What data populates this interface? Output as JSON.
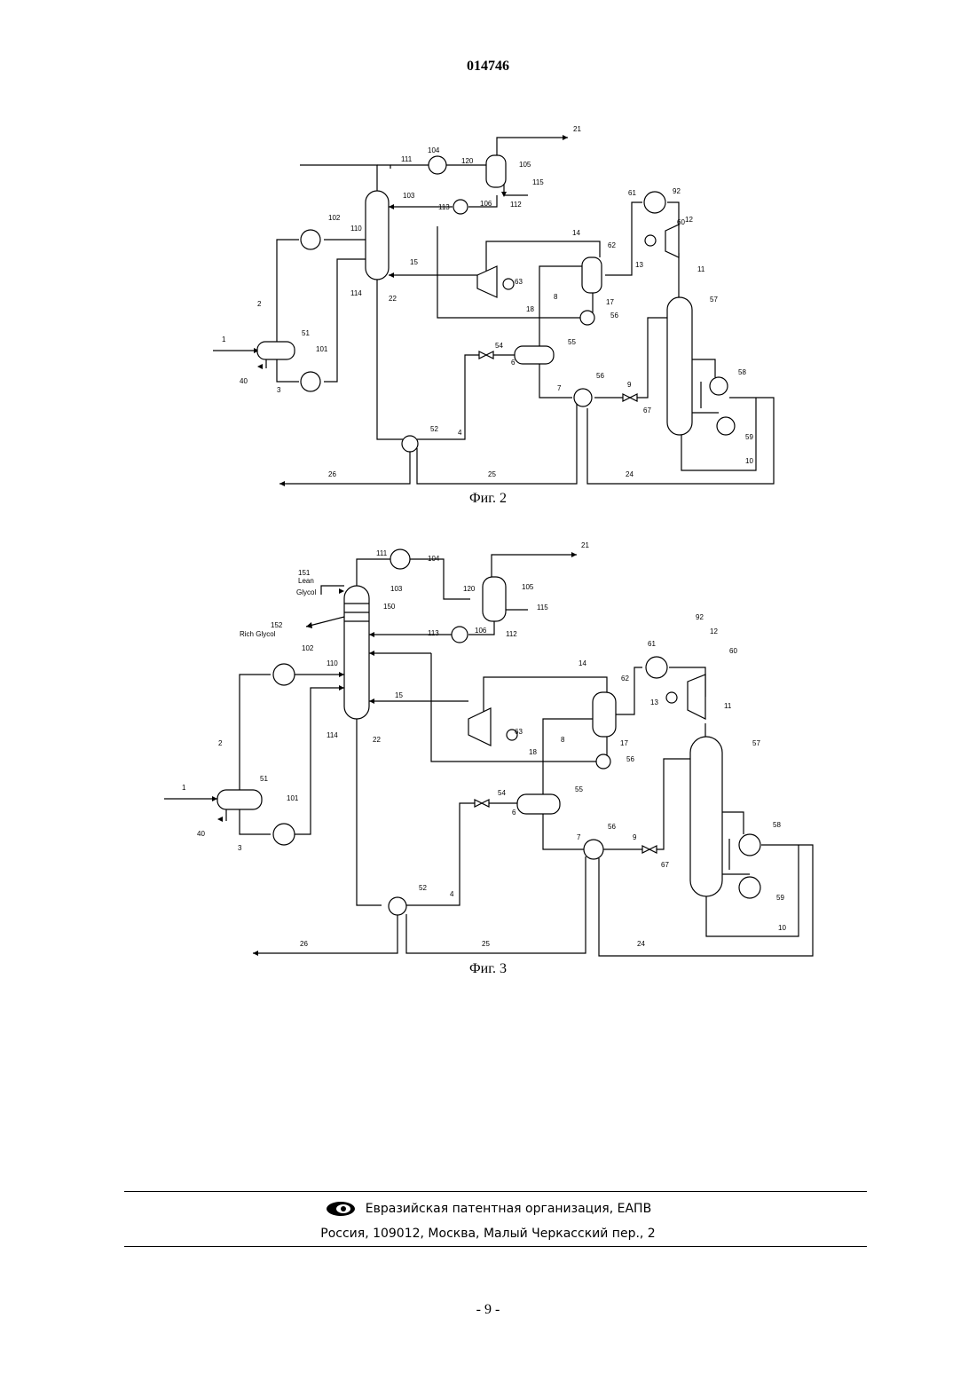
{
  "document_number": "014746",
  "figures": [
    {
      "caption": "Фиг. 2",
      "labels": {
        "n1": "1",
        "n2": "2",
        "n3": "3",
        "n4": "4",
        "n6": "6",
        "n7": "7",
        "n8": "8",
        "n9": "9",
        "n10": "10",
        "n11": "11",
        "n12": "12",
        "n13": "13",
        "n14": "14",
        "n15": "15",
        "n17": "17",
        "n18": "18",
        "n21": "21",
        "n22": "22",
        "n24": "24",
        "n25": "25",
        "n26": "26",
        "n40": "40",
        "n51": "51",
        "n52": "52",
        "n54": "54",
        "n55": "55",
        "n56a": "56",
        "n56b": "56",
        "n57": "57",
        "n58": "58",
        "n59": "59",
        "n60": "60",
        "n61": "61",
        "n62": "62",
        "n63": "63",
        "n67": "67",
        "n92": "92",
        "n101": "101",
        "n102": "102",
        "n103": "103",
        "n104": "104",
        "n105": "105",
        "n106": "106",
        "n110": "110",
        "n111": "111",
        "n112": "112",
        "n113": "113",
        "n114": "114",
        "n115": "115",
        "n120": "120"
      }
    },
    {
      "caption": "Фиг. 3",
      "labels": {
        "n1": "1",
        "n2": "2",
        "n3": "3",
        "n4": "4",
        "n6": "6",
        "n7": "7",
        "n8": "8",
        "n9": "9",
        "n10": "10",
        "n11": "11",
        "n12": "12",
        "n13": "13",
        "n14": "14",
        "n15": "15",
        "n17": "17",
        "n18": "18",
        "n21": "21",
        "n22": "22",
        "n24": "24",
        "n25": "25",
        "n26": "26",
        "n40": "40",
        "n51": "51",
        "n52": "52",
        "n54": "54",
        "n55": "55",
        "n56a": "56",
        "n56b": "56",
        "n57": "57",
        "n58": "58",
        "n59": "59",
        "n60": "60",
        "n61": "61",
        "n62": "62",
        "n63": "63",
        "n67": "67",
        "n92": "92",
        "n101": "101",
        "n102": "102",
        "n103": "103",
        "n104": "104",
        "n105": "105",
        "n106": "106",
        "n110": "110",
        "n111": "111",
        "n112": "112",
        "n113": "113",
        "n114": "114",
        "n115": "115",
        "n120": "120",
        "n150": "150",
        "n151": "151",
        "lean": "Lean",
        "glycol1": "Glycol",
        "n152": "152",
        "rich": "Rich Glycol"
      }
    }
  ],
  "footer": {
    "organization": "Евразийская патентная организация, ЕАПВ",
    "address": "Россия, 109012, Москва, Малый Черкасский пер., 2"
  },
  "page_number": "- 9 -"
}
